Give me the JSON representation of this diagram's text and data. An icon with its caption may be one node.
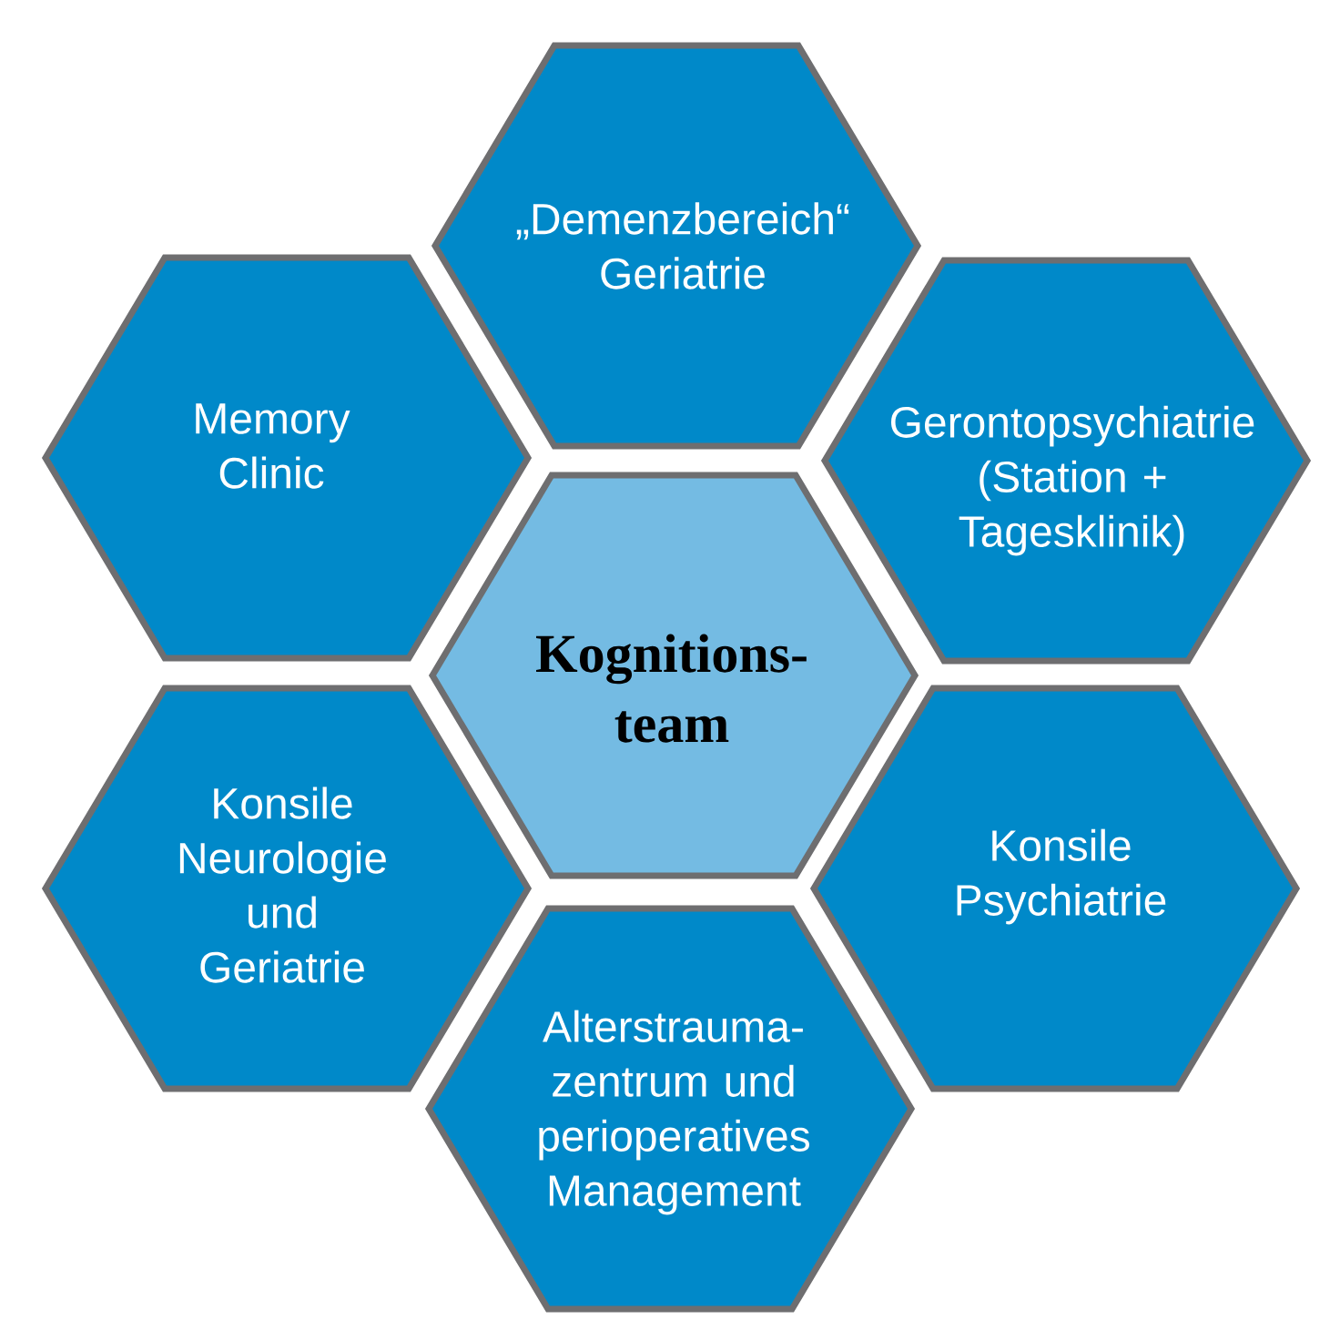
{
  "diagram": {
    "nodes": [
      {
        "text": [
          "„Demenzbereich“ Geriatrie"
        ]
      },
      {
        "text": [
          "Memory Clinic"
        ]
      },
      {
        "text": [
          "Gerontopsychiatrie (Station + Tagesklinik)"
        ]
      },
      {
        "text": [
          "Kognitions- team"
        ]
      },
      {
        "text": [
          "Konsile Neurologie und Geriatrie"
        ]
      },
      {
        "text": [
          "Konsile Psychiatrie"
        ]
      },
      {
        "text": [
          "Alterstrauma- zentrum und perioperatives Management"
        ]
      }
    ]
  }
}
